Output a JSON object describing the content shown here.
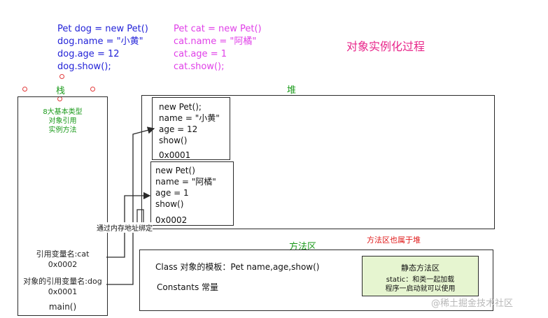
{
  "dog_code": [
    "Pet dog = new Pet()",
    "dog.name = \"小黄\"",
    "dog.age = 12",
    "dog.show();"
  ],
  "cat_code": [
    "Pet cat = new Pet()",
    "cat.name = \"阿橘\"",
    "cat.age = 1",
    "cat.show();"
  ],
  "title": "对象实例化过程",
  "stack": {
    "label": "栈",
    "types": [
      "8大基本类型",
      "对象引用",
      "实例方法"
    ],
    "ref_cat": [
      "引用变量名:cat",
      "0x0002"
    ],
    "ref_dog": [
      "对象的引用变量名:dog",
      "0x0001"
    ],
    "main": "main()"
  },
  "heap": {
    "label": "堆",
    "obj1": {
      "lines": [
        "new Pet();",
        "name = \"小黄\"",
        "age = 12",
        "show()"
      ],
      "addr": "0x0001"
    },
    "obj2": {
      "lines": [
        "new Pet()",
        "name = \"阿橘\"",
        "age = 1",
        "show()"
      ],
      "addr": "0x0002"
    },
    "binding_label": "通过内存地址绑定"
  },
  "method_area": {
    "label": "方法区",
    "note": "方法区也属于堆",
    "class_line": "Class 对象的模板：Pet  name,age,show()",
    "constants": "Constants 常量",
    "static": {
      "title": "静态方法区",
      "line1": "static：和类一起加载",
      "line2": "程序一启动就可以使用"
    }
  },
  "watermark": "@稀土掘金技术社区",
  "colors": {
    "blue": "#2323d8",
    "pink": "#e040e8",
    "green": "#1a9a1a",
    "red": "#e01818",
    "static_bg": "#e6f5d0"
  }
}
